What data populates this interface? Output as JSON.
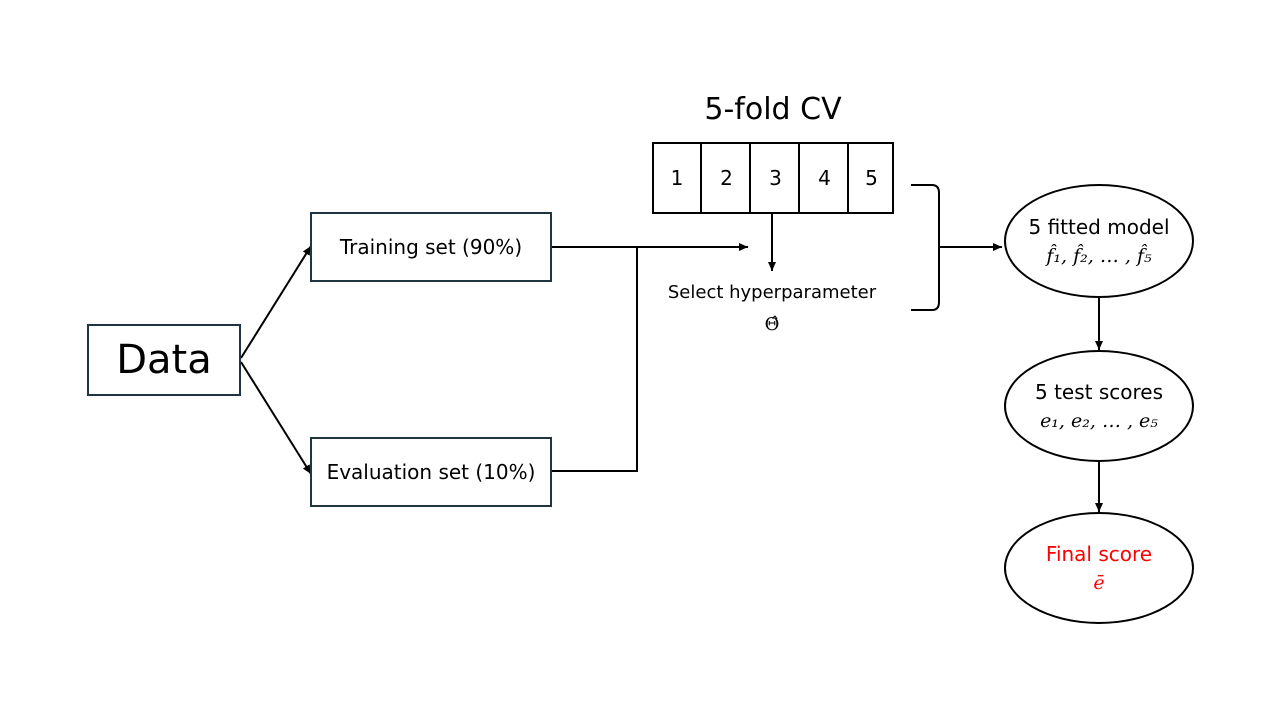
{
  "data_box": {
    "label": "Data"
  },
  "training_box": {
    "label": "Training set (90%)"
  },
  "evaluation_box": {
    "label": "Evaluation set (10%)"
  },
  "cv": {
    "title": "5-fold CV",
    "folds": [
      "1",
      "2",
      "3",
      "4",
      "5"
    ]
  },
  "select": {
    "label": "Select hyperparameter",
    "symbol": "Θ̂"
  },
  "fitted": {
    "label": "5 fitted model",
    "math": "f̂₁, f̂₂, … , f̂₅"
  },
  "test": {
    "label": "5 test scores",
    "math": "e₁, e₂, … , e₅"
  },
  "final": {
    "label": "Final score",
    "math": "ē",
    "color": "#ff0000"
  }
}
